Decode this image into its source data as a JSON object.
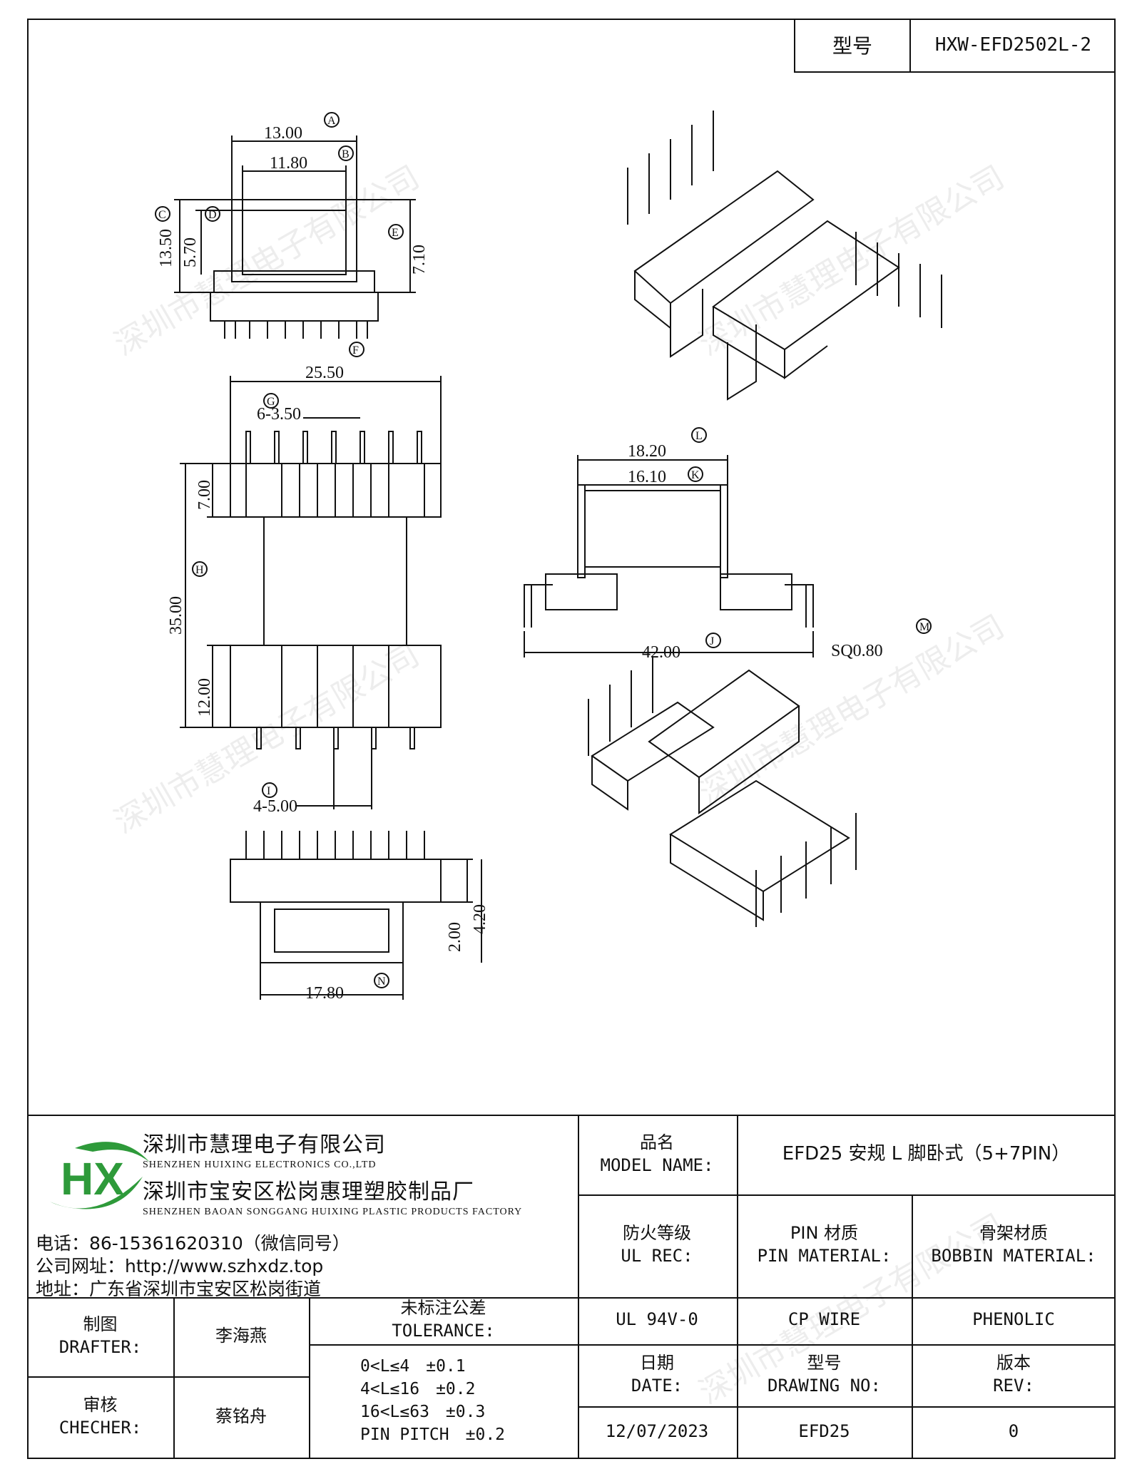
{
  "header": {
    "model_label": "型号",
    "model_value": "HXW-EFD2502L-2"
  },
  "dimensions": {
    "d_13_00": "13.00",
    "d_11_80": "11.80",
    "d_13_50": "13.50",
    "d_5_70": "5.70",
    "d_7_10": "7.10",
    "d_25_50": "25.50",
    "d_6_3_50": "6-3.50",
    "d_7_00": "7.00",
    "d_35_00": "35.00",
    "d_12_00": "12.00",
    "d_4_5_00": "4-5.00",
    "d_2_00": "2.00",
    "d_4_20": "4.20",
    "d_17_80": "17.80",
    "d_18_20": "18.20",
    "d_16_10": "16.10",
    "d_42_00": "42.00",
    "d_sq": "SQ0.80"
  },
  "markers": {
    "A": "A",
    "B": "B",
    "C": "C",
    "D": "D",
    "E": "E",
    "F": "F",
    "G": "G",
    "H": "H",
    "I": "I",
    "J": "J",
    "K": "K",
    "L": "L",
    "M": "M",
    "N": "N"
  },
  "watermark": "深圳市慧理电子有限公司",
  "company": {
    "name_cn": "深圳市慧理电子有限公司",
    "name_en": "SHENZHEN HUIXING ELECTRONICS CO.,LTD",
    "factory_cn": "深圳市宝安区松岗惠理塑胶制品厂",
    "factory_en": "SHENZHEN BAOAN SONGGANG HUIXING PLASTIC PRODUCTS FACTORY",
    "phone": "电话：86-15361620310（微信同号）",
    "website": "公司网址：http://www.szhxdz.top",
    "address": "地址：广东省深圳市宝安区松岗街道",
    "logo_text": "HX"
  },
  "title_block": {
    "model_name_cn": "品名",
    "model_name_en": "MODEL NAME:",
    "model_name_value": "EFD25 安规 L 脚卧式（5+7PIN）",
    "ul_rec_cn": "防火等级",
    "ul_rec_en": "UL REC:",
    "pin_material_cn": "PIN 材质",
    "pin_material_en": "PIN MATERIAL:",
    "bobbin_material_cn": "骨架材质",
    "bobbin_material_en": "BOBBIN MATERIAL:",
    "ul_value": "UL 94V-0",
    "pin_value": "CP WIRE",
    "bobbin_value": "PHENOLIC",
    "drafter_cn": "制图",
    "drafter_en": "DRAFTER:",
    "drafter_name": "李海燕",
    "checker_cn": "审核",
    "checker_en": "CHECHER:",
    "checker_name": "蔡铭舟",
    "tolerance_cn": "未标注公差",
    "tolerance_en": "TOLERANCE:",
    "tol_1": "0<L≤4　±0.1",
    "tol_2": "4<L≤16　±0.2",
    "tol_3": "16<L≤63　±0.3",
    "tol_4": "PIN PITCH　±0.2",
    "date_cn": "日期",
    "date_en": "DATE:",
    "drawing_no_cn": "型号",
    "drawing_no_en": "DRAWING NO:",
    "rev_cn": "版本",
    "rev_en": "REV:",
    "date_value": "12/07/2023",
    "drawing_no_value": "EFD25",
    "rev_value": "0"
  }
}
